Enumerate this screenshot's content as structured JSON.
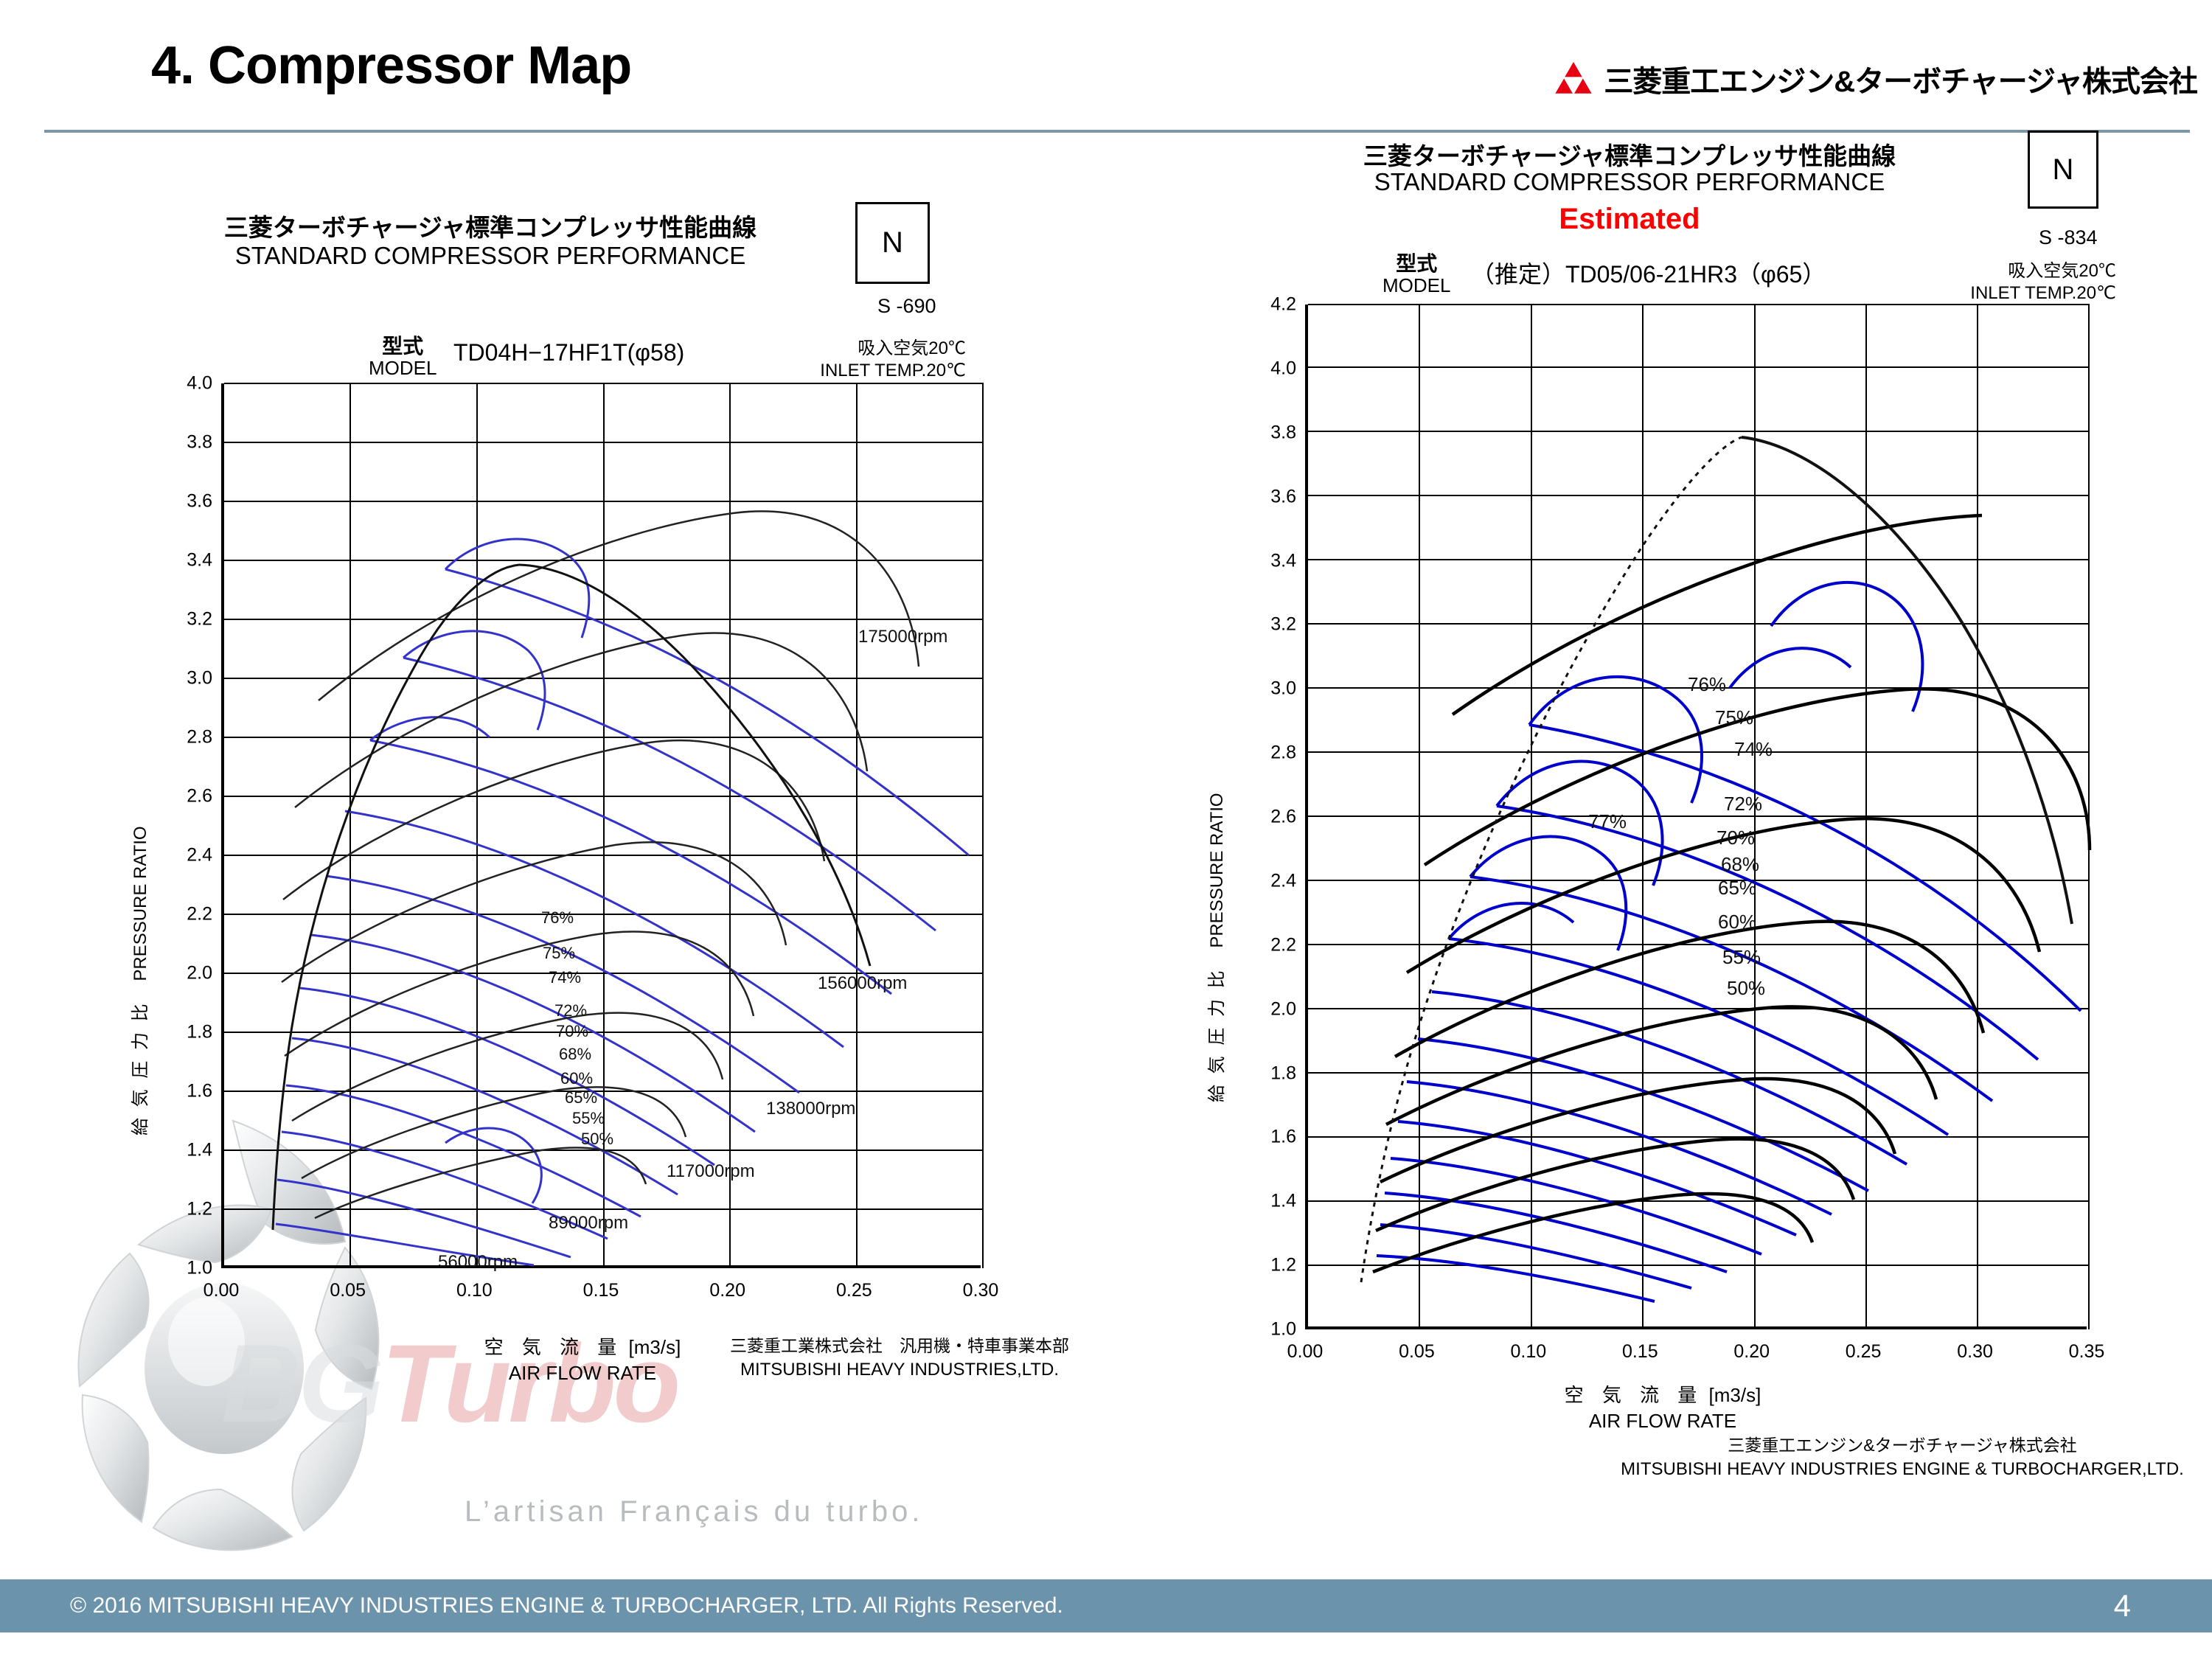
{
  "header": {
    "title": "4.  Compressor Map",
    "brand_text": "三菱重工エンジン&ターボチャージャ株式会社",
    "brand_icon": "mitsubishi-three-diamonds-logo"
  },
  "footer": {
    "copyright": "© 2016 MITSUBISHI HEAVY INDUSTRIES ENGINE & TURBOCHARGER, LTD.  All Rights Reserved.",
    "page_number": "4",
    "bar_color": "#6b93ac"
  },
  "watermark": {
    "logo_bg": "BG",
    "logo_turbo": "Turbo",
    "tagline": "L’artisan Français du turbo.",
    "wheel_icon": "compressor-wheel-image"
  },
  "left_chart": {
    "title_jp": "三菱ターボチャージャ標準コンプレッサ性能曲線",
    "title_en": "STANDARD COMPRESSOR PERFORMANCE",
    "n_box": "N",
    "sheet_code": "S -690",
    "model_label_jp": "型式",
    "model_label_en": "MODEL",
    "model_value": "TD04H−17HF1T(φ58)",
    "inlet_jp": "吸入空気20℃",
    "inlet_en": "INLET TEMP.20℃",
    "y_axis_jp": "給 気 圧 力 比",
    "y_axis_en": "PRESSURE RATIO",
    "x_axis_jp": "空 気 流 量",
    "x_axis_unit": "[m3/s]",
    "x_axis_en": "AIR  FLOW  RATE",
    "company_jp": "三菱重工業株式会社　汎用機・特車事業本部",
    "company_en": "MITSUBISHI  HEAVY  INDUSTRIES,LTD."
  },
  "right_chart": {
    "title_jp": "三菱ターボチャージャ標準コンプレッサ性能曲線",
    "title_en": "STANDARD COMPRESSOR PERFORMANCE",
    "estimated_tag": "Estimated",
    "estimated_color": "#ff0000",
    "n_box": "N",
    "sheet_code": "S -834",
    "model_label_jp": "型式",
    "model_label_en": "MODEL",
    "model_value": "（推定）TD05/06-21HR3（φ65）",
    "inlet_jp": "吸入空気20℃",
    "inlet_en": "INLET TEMP.20℃",
    "y_axis_jp": "給 気 圧 力 比",
    "y_axis_en": "PRESSURE RATIO",
    "x_axis_jp": "空 気 流 量",
    "x_axis_unit": "[m3/s]",
    "x_axis_en": "AIR  FLOW  RATE",
    "company_jp": "三菱重工エンジン&ターボチャージャ株式会社",
    "company_en": "MITSUBISHI  HEAVY  INDUSTRIES  ENGINE & TURBOCHARGER,LTD."
  },
  "chart_data": [
    {
      "id": "left",
      "type": "line",
      "title": "STANDARD COMPRESSOR PERFORMANCE — TD04H−17HF1T(φ58)",
      "xlabel": "AIR FLOW RATE [m3/s]",
      "ylabel": "PRESSURE RATIO",
      "xlim": [
        0.0,
        0.3
      ],
      "ylim": [
        1.0,
        4.0
      ],
      "xticks": [
        "0.00",
        "0.05",
        "0.10",
        "0.15",
        "0.20",
        "0.25",
        "0.30"
      ],
      "yticks": [
        "1.0",
        "1.2",
        "1.4",
        "1.6",
        "1.8",
        "2.0",
        "2.2",
        "2.4",
        "2.6",
        "2.8",
        "3.0",
        "3.2",
        "3.4",
        "3.6",
        "3.8",
        "4.0"
      ],
      "grid": true,
      "speed_lines_color": "#3030c8",
      "efficiency_lines_color": "#000000",
      "speed_labels": [
        "175000rpm",
        "156000rpm",
        "138000rpm",
        "117000rpm",
        "89000rpm",
        "56000rpm"
      ],
      "efficiency_labels": [
        "76%",
        "75%",
        "74%",
        "72%",
        "70%",
        "68%",
        "60%",
        "65%",
        "55%",
        "50%"
      ],
      "speed_lines": [
        {
          "rpm": 56000,
          "points": [
            [
              0.019,
              1.14
            ],
            [
              0.04,
              1.12
            ],
            [
              0.07,
              1.09
            ],
            [
              0.1,
              1.05
            ],
            [
              0.125,
              1.01
            ]
          ]
        },
        {
          "rpm": 89000,
          "points": [
            [
              0.022,
              1.33
            ],
            [
              0.05,
              1.31
            ],
            [
              0.085,
              1.25
            ],
            [
              0.115,
              1.16
            ],
            [
              0.14,
              1.05
            ]
          ]
        },
        {
          "rpm": 117000,
          "points": [
            [
              0.031,
              1.66
            ],
            [
              0.065,
              1.63
            ],
            [
              0.105,
              1.55
            ],
            [
              0.145,
              1.41
            ],
            [
              0.17,
              1.26
            ]
          ]
        },
        {
          "rpm": 138000,
          "points": [
            [
              0.049,
              2.11
            ],
            [
              0.09,
              2.07
            ],
            [
              0.135,
              1.95
            ],
            [
              0.18,
              1.74
            ],
            [
              0.205,
              1.52
            ]
          ]
        },
        {
          "rpm": 156000,
          "points": [
            [
              0.07,
              2.63
            ],
            [
              0.115,
              2.58
            ],
            [
              0.165,
              2.42
            ],
            [
              0.21,
              2.11
            ],
            [
              0.243,
              1.72
            ]
          ]
        },
        {
          "rpm": 175000,
          "points": [
            [
              0.107,
              3.3
            ],
            [
              0.15,
              3.28
            ],
            [
              0.2,
              3.12
            ],
            [
              0.24,
              2.75
            ],
            [
              0.258,
              2.3
            ]
          ]
        }
      ],
      "efficiency_contours": [
        {
          "eff": 76,
          "closed": true
        },
        {
          "eff": 75,
          "closed": true
        },
        {
          "eff": 74,
          "closed": true
        },
        {
          "eff": 72,
          "closed": true
        },
        {
          "eff": 70,
          "closed": true
        },
        {
          "eff": 68,
          "closed": true
        },
        {
          "eff": 65,
          "closed": true
        },
        {
          "eff": 60,
          "closed": true
        },
        {
          "eff": 55,
          "closed": true
        },
        {
          "eff": 50,
          "closed": true
        }
      ],
      "surge_line": [
        [
          0.019,
          1.14
        ],
        [
          0.022,
          1.33
        ],
        [
          0.031,
          1.66
        ],
        [
          0.049,
          2.11
        ],
        [
          0.07,
          2.63
        ],
        [
          0.107,
          3.3
        ],
        [
          0.123,
          3.4
        ]
      ],
      "choke_line": [
        [
          0.125,
          1.01
        ],
        [
          0.14,
          1.05
        ],
        [
          0.17,
          1.26
        ],
        [
          0.205,
          1.52
        ],
        [
          0.243,
          1.72
        ],
        [
          0.258,
          2.3
        ]
      ]
    },
    {
      "id": "right",
      "type": "line",
      "title": "STANDARD COMPRESSOR PERFORMANCE (Estimated) — TD05/06-21HR3 (φ65)",
      "xlabel": "AIR FLOW RATE [m3/s]",
      "ylabel": "PRESSURE RATIO",
      "xlim": [
        0.0,
        0.35
      ],
      "ylim": [
        1.0,
        4.2
      ],
      "xticks": [
        "0.00",
        "0.05",
        "0.10",
        "0.15",
        "0.20",
        "0.25",
        "0.30",
        "0.35"
      ],
      "yticks": [
        "1.0",
        "1.2",
        "1.4",
        "1.6",
        "1.8",
        "2.0",
        "2.2",
        "2.4",
        "2.6",
        "2.8",
        "3.0",
        "3.2",
        "3.4",
        "3.6",
        "3.8",
        "4.0",
        "4.2"
      ],
      "grid": true,
      "speed_lines_color": "#0000cc",
      "efficiency_lines_color": "#000000",
      "efficiency_labels": [
        "77%",
        "76%",
        "75%",
        "74%",
        "72%",
        "70%",
        "68%",
        "65%",
        "60%",
        "55%",
        "50%"
      ],
      "surge_line": [
        [
          0.03,
          1.19
        ],
        [
          0.055,
          1.45
        ],
        [
          0.09,
          1.85
        ],
        [
          0.14,
          2.45
        ],
        [
          0.19,
          3.0
        ],
        [
          0.25,
          3.5
        ],
        [
          0.292,
          3.8
        ]
      ],
      "choke_line": [
        [
          0.12,
          1.02
        ],
        [
          0.17,
          1.18
        ],
        [
          0.23,
          1.52
        ],
        [
          0.28,
          2.1
        ],
        [
          0.325,
          2.9
        ],
        [
          0.348,
          3.5
        ]
      ]
    }
  ]
}
